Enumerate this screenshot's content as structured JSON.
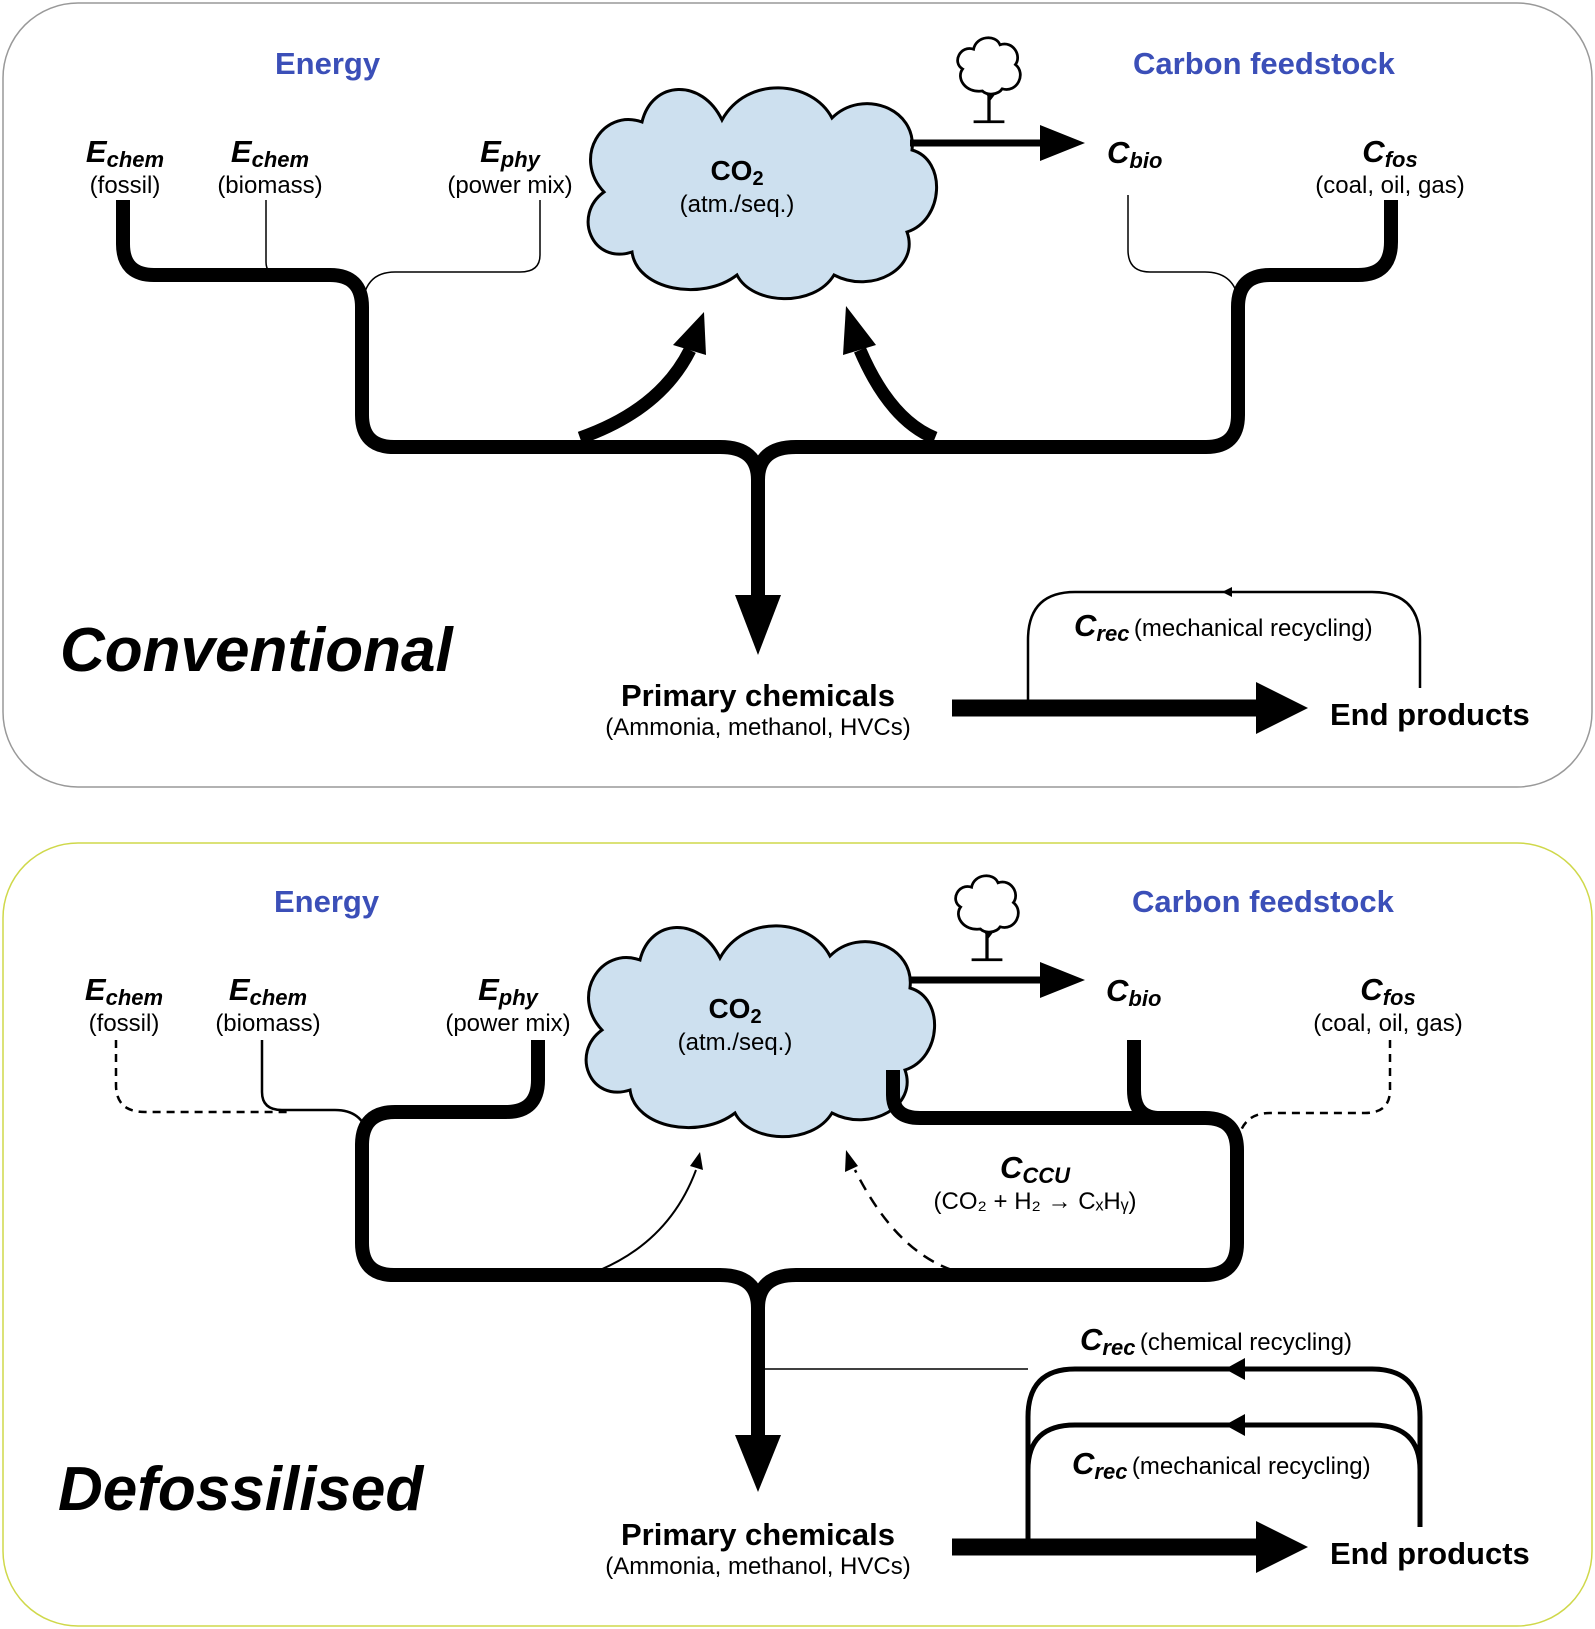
{
  "colors": {
    "heading": "#3b4fb8",
    "cloud_fill": "#cde0ef",
    "top_panel_border": "#999999",
    "bottom_panel_border": "#cfd84a",
    "flow": "#000000"
  },
  "icons": [
    "tree-icon"
  ],
  "panels": [
    {
      "title": "Conventional",
      "energy_heading": "Energy",
      "carbon_heading": "Carbon feedstock",
      "e_fossil": {
        "sym": "E",
        "sub": "chem",
        "note": "(fossil)"
      },
      "e_biomass": {
        "sym": "E",
        "sub": "chem",
        "note": "(biomass)"
      },
      "e_phy": {
        "sym": "E",
        "sub": "phy",
        "note": "(power mix)"
      },
      "co2": {
        "main": "CO",
        "sub": "2",
        "note": "(atm./seq.)"
      },
      "c_bio": {
        "sym": "C",
        "sub": "bio"
      },
      "c_fos": {
        "sym": "C",
        "sub": "fos",
        "note": "(coal, oil, gas)"
      },
      "c_rec_mech": {
        "sym": "C",
        "sub": "rec",
        "note": "(mechanical recycling)"
      },
      "primary": {
        "label": "Primary chemicals",
        "note": "(Ammonia, methanol, HVCs)"
      },
      "end_products": "End products"
    },
    {
      "title": "Defossilised",
      "energy_heading": "Energy",
      "carbon_heading": "Carbon feedstock",
      "e_fossil": {
        "sym": "E",
        "sub": "chem",
        "note": "(fossil)"
      },
      "e_biomass": {
        "sym": "E",
        "sub": "chem",
        "note": "(biomass)"
      },
      "e_phy": {
        "sym": "E",
        "sub": "phy",
        "note": "(power mix)"
      },
      "co2": {
        "main": "CO",
        "sub": "2",
        "note": "(atm./seq.)"
      },
      "c_bio": {
        "sym": "C",
        "sub": "bio"
      },
      "c_fos": {
        "sym": "C",
        "sub": "fos",
        "note": "(coal, oil, gas)"
      },
      "c_ccu": {
        "sym": "C",
        "sub": "CCU",
        "note": "(CO₂ + H₂ → CₓHᵧ)"
      },
      "c_rec_chem": {
        "sym": "C",
        "sub": "rec",
        "note": "(chemical recycling)"
      },
      "c_rec_mech": {
        "sym": "C",
        "sub": "rec",
        "note": "(mechanical recycling)"
      },
      "primary": {
        "label": "Primary chemicals",
        "note": "(Ammonia, methanol, HVCs)"
      },
      "end_products": "End products"
    }
  ]
}
